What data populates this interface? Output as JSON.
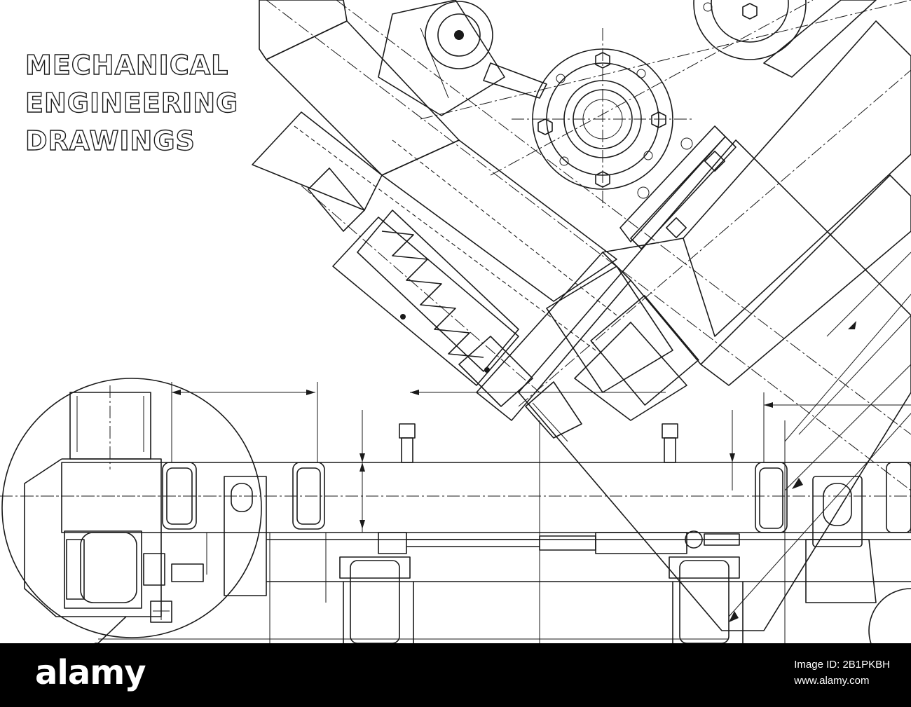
{
  "title_lines": [
    "MECHANICAL",
    "ENGINEERING",
    "DRAWINGS"
  ],
  "footer": {
    "brand": "alamy",
    "image_id": "Image ID: 2B1PKBH",
    "url": "www.alamy.com"
  }
}
